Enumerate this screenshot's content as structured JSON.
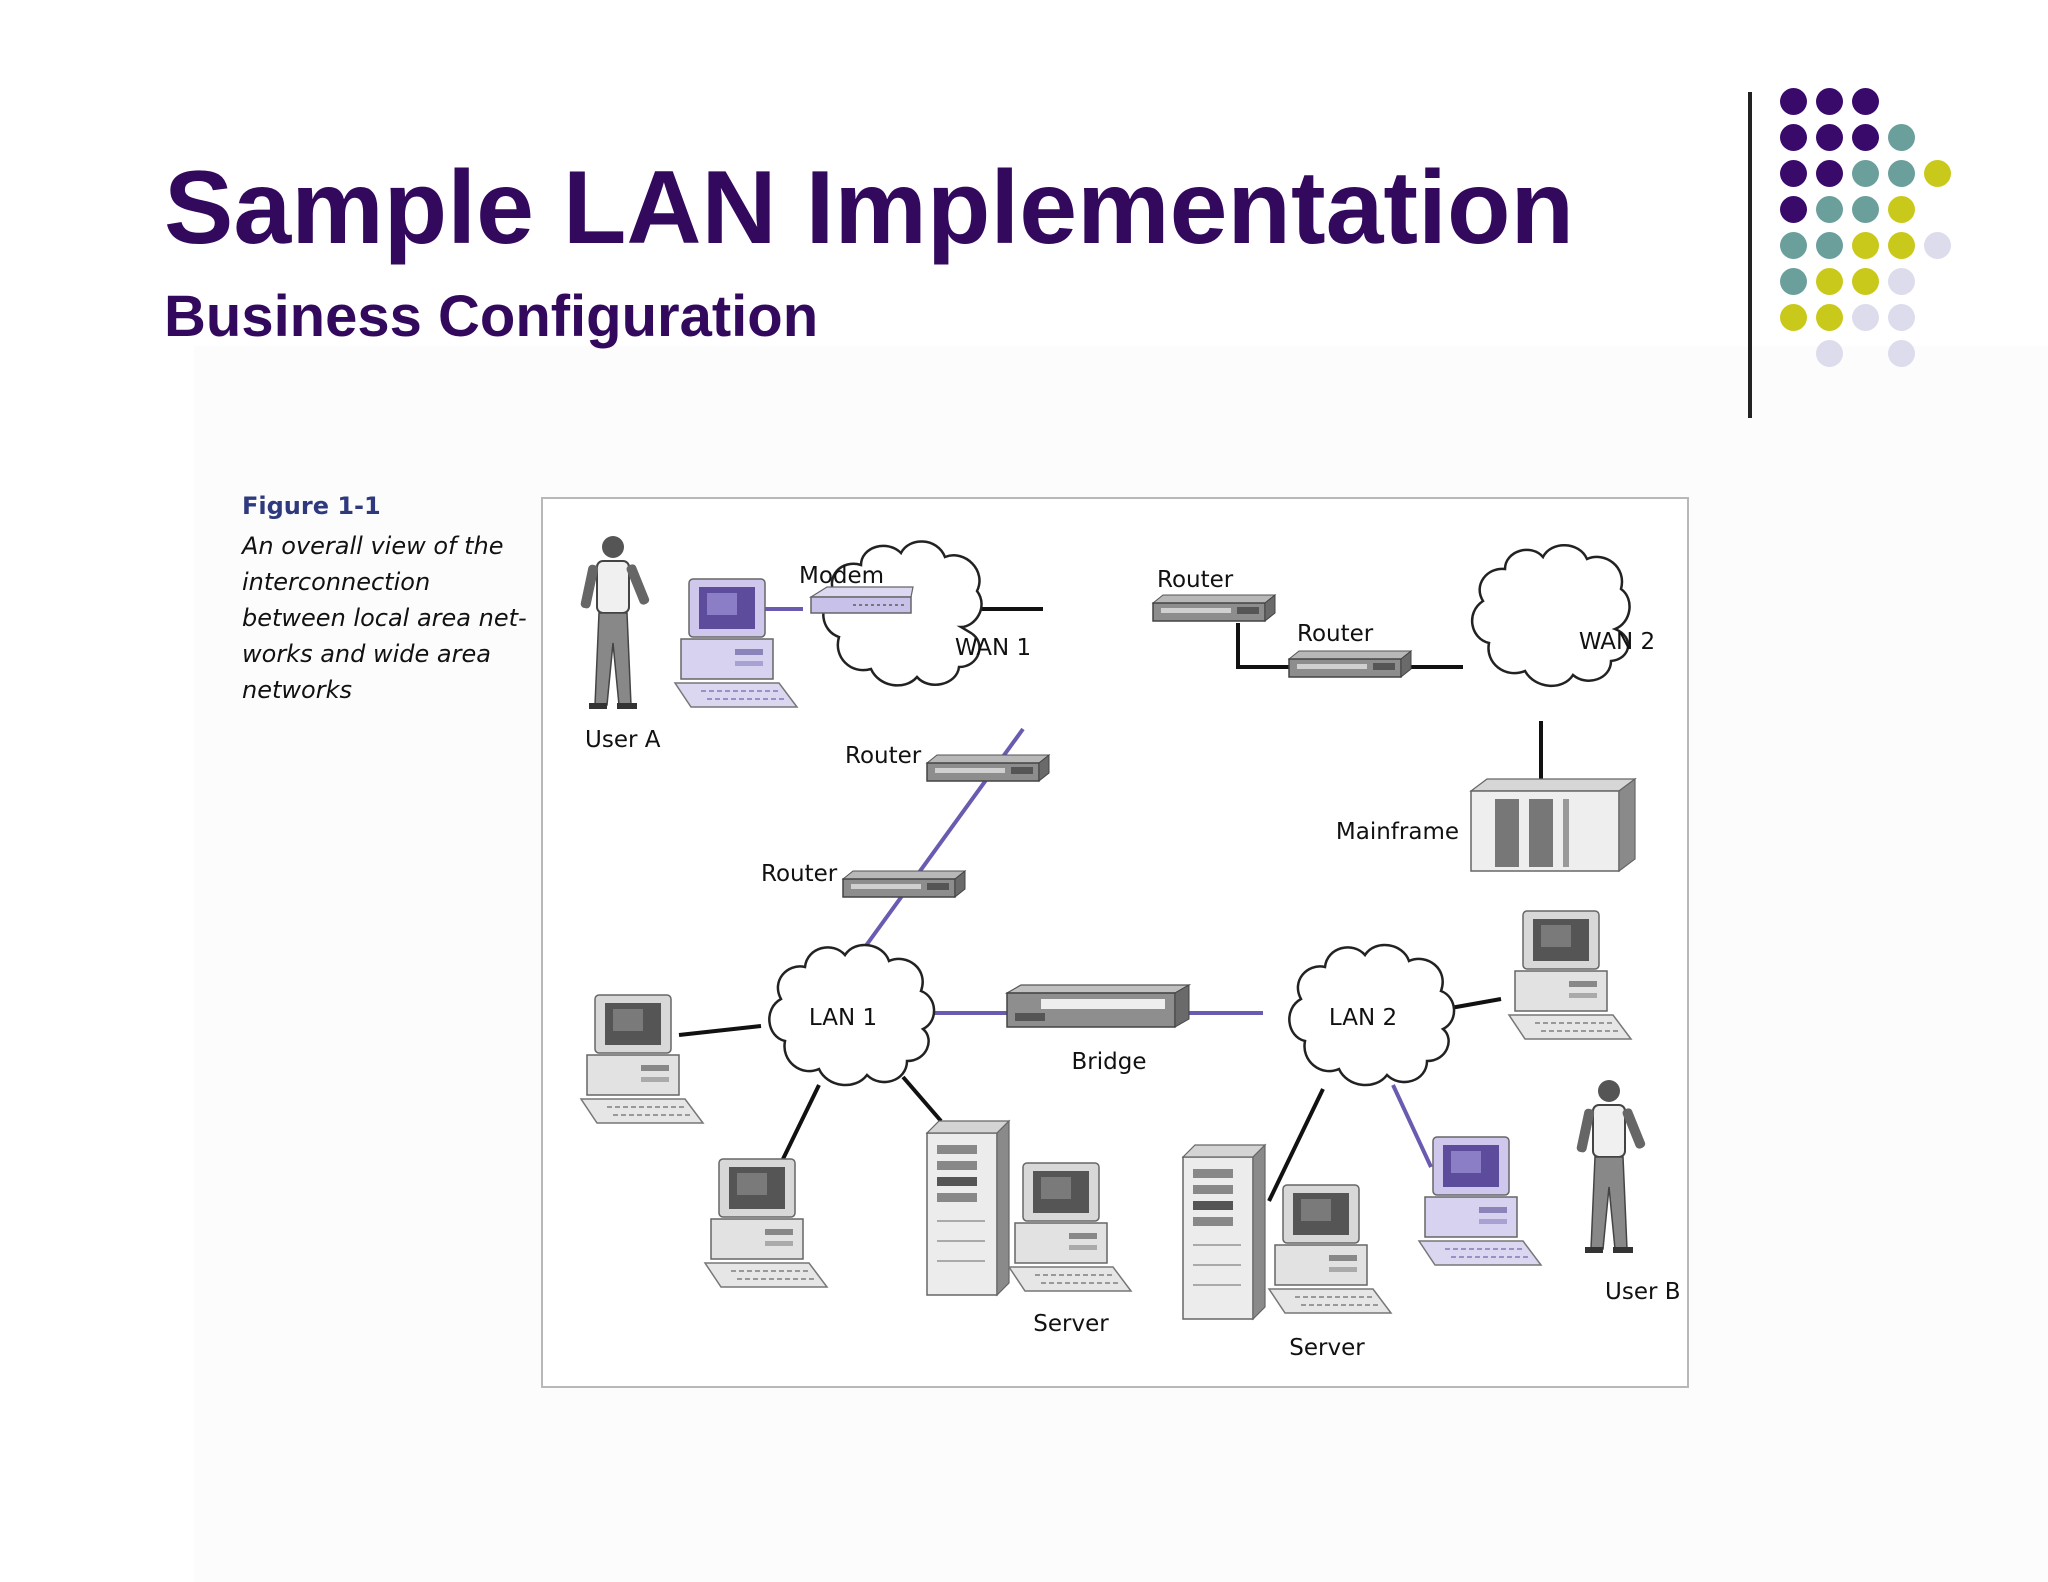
{
  "slide": {
    "title": "Sample LAN Implementation",
    "subtitle": "Business Configuration"
  },
  "figure": {
    "number": "Figure 1-1",
    "caption_lines": [
      "An overall view of the",
      "interconnection",
      "between local area net-",
      "works and wide area",
      "networks"
    ]
  },
  "diagram": {
    "labels": {
      "modem": "Modem",
      "wan1": "WAN 1",
      "wan2": "WAN 2",
      "router_top": "Router",
      "router_right": "Router",
      "router_mid": "Router",
      "router_low": "Router",
      "mainframe": "Mainframe",
      "lan1": "LAN 1",
      "lan2": "LAN 2",
      "bridge": "Bridge",
      "server_left": "Server",
      "server_right": "Server",
      "user_a": "User A",
      "user_b": "User B"
    }
  },
  "decoration": {
    "dot_colors": {
      "purple": "#3a0a6b",
      "teal": "#6b9f9c",
      "lime": "#c9c91c",
      "lavender": "#dcdcec"
    }
  },
  "colors": {
    "title": "#33095e",
    "link_purple": "#6a5bb0"
  }
}
